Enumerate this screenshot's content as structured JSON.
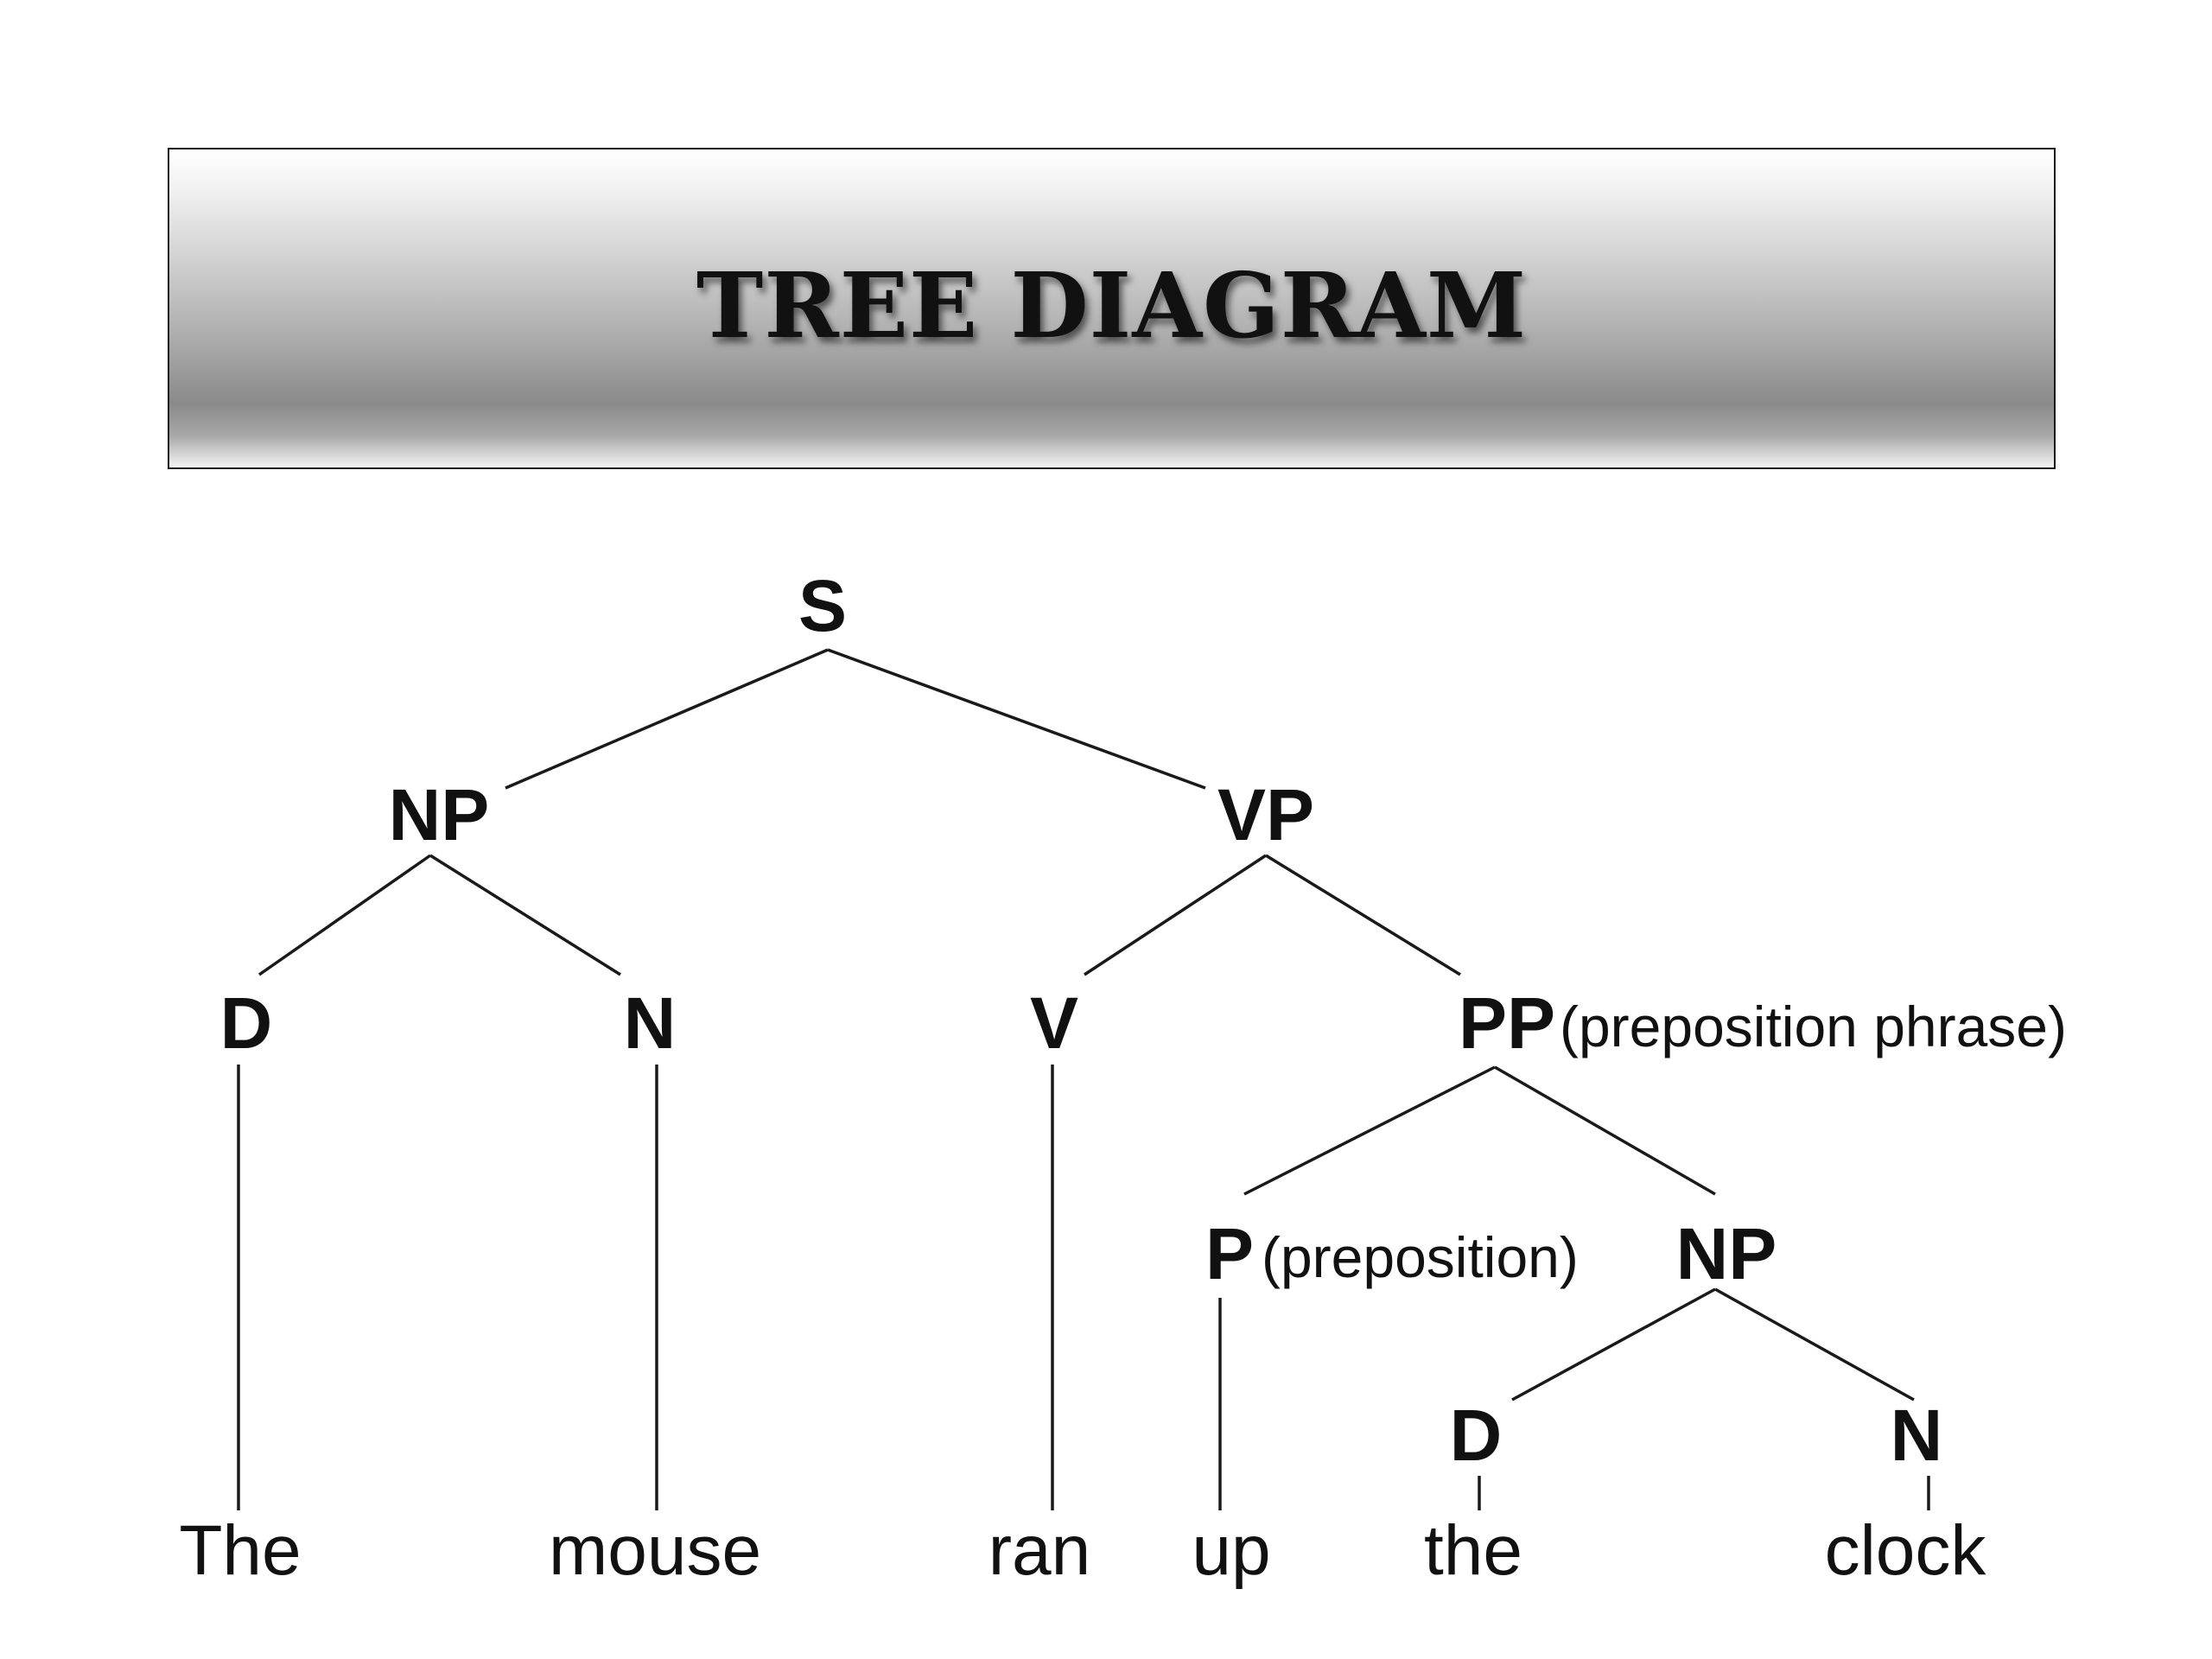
{
  "title": "TREE DIAGRAM",
  "tree": {
    "nodes": {
      "S": "S",
      "NP1": "NP",
      "VP": "VP",
      "D1": "D",
      "N1": "N",
      "V": "V",
      "PP": "PP",
      "PP_note": "(preposition phrase)",
      "P": "P",
      "P_note": "(preposition)",
      "NP2": "NP",
      "D2": "D",
      "N2": "N"
    },
    "words": {
      "w1": "The",
      "w2": "mouse",
      "w3": "ran",
      "w4": "up",
      "w5": "the",
      "w6": "clock"
    }
  }
}
